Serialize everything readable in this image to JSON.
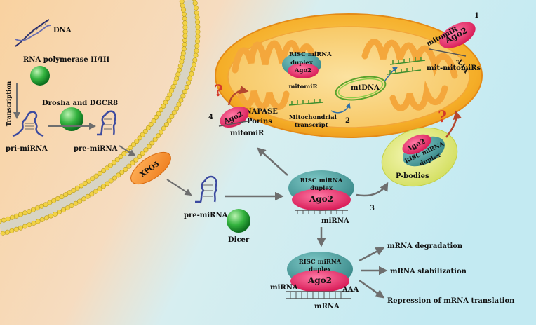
{
  "nucleus": {
    "dna": "DNA",
    "polymerase": "RNA polymerase II/III",
    "transcription": "Transcription",
    "drosha": "Drosha and DGCR8",
    "pri_mirna": "pri-miRNA",
    "pre_mirna": "pre-miRNA"
  },
  "exporter": "XPO5",
  "cytoplasm": {
    "pre_mirna": "pre-miRNA",
    "dicer": "Dicer",
    "risc_line1": "RISC miRNA",
    "risc_line2": "duplex",
    "ago2": "Ago2",
    "mirna": "miRNA",
    "step3": "3"
  },
  "pbodies": {
    "label": "P-bodies",
    "risc_line1": "RISC miRNA",
    "risc_line2": "duplex",
    "ago2": "Ago2",
    "question": "?"
  },
  "mitochondrion": {
    "step1": "1",
    "ago2_top": "Ago2",
    "mitomir_top": "mitomiR",
    "aaa": "AAA",
    "mit_mitomirs": "mit-mitomiRs",
    "mtdna": "mtDNA",
    "step2": "2",
    "transcript_line1": "Mitochondrial",
    "transcript_line2": "transcript",
    "risc_line1": "RISC miRNA",
    "risc_line2": "duplex",
    "risc_ago2": "Ago2",
    "risc_mitomir": "mitomiR",
    "pnpase": "PNAPASE",
    "porins": "Porins",
    "step4": "4",
    "ago2_import": "Ago2",
    "mitomir_import": "mitomiR",
    "question": "?"
  },
  "outcomes": {
    "risc_line1": "RISC miRNA",
    "risc_line2": "duplex",
    "ago2": "Ago2",
    "mirna": "miRNA",
    "aaa": "AAA",
    "mrna": "mRNA",
    "degradation": "mRNA degradation",
    "stabilization": "mRNA stabilization",
    "repression": "Repression of mRNA translation"
  }
}
